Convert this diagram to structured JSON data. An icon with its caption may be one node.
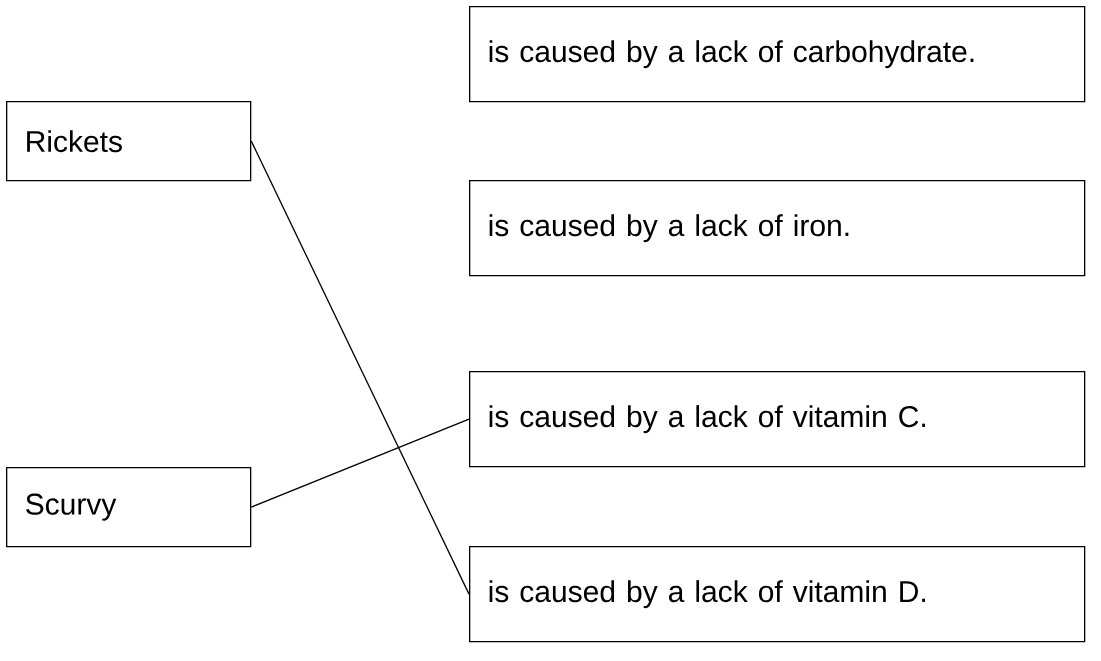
{
  "diagram": {
    "nodes": [
      {
        "text": [
          "Rickets"
        ]
      },
      {
        "text": [
          "Scurvy"
        ]
      },
      {
        "text": [
          "is caused by a lack of carbohydrate."
        ]
      },
      {
        "text": [
          "is caused by a lack of iron."
        ]
      },
      {
        "text": [
          "is caused by a lack of vitamin C."
        ]
      },
      {
        "text": [
          "is caused by a lack of vitamin D."
        ]
      }
    ],
    "edges": [
      {
        "from": 0,
        "to": 5,
        "arrow": "none"
      },
      {
        "from": 1,
        "to": 4,
        "arrow": "none"
      }
    ]
  }
}
